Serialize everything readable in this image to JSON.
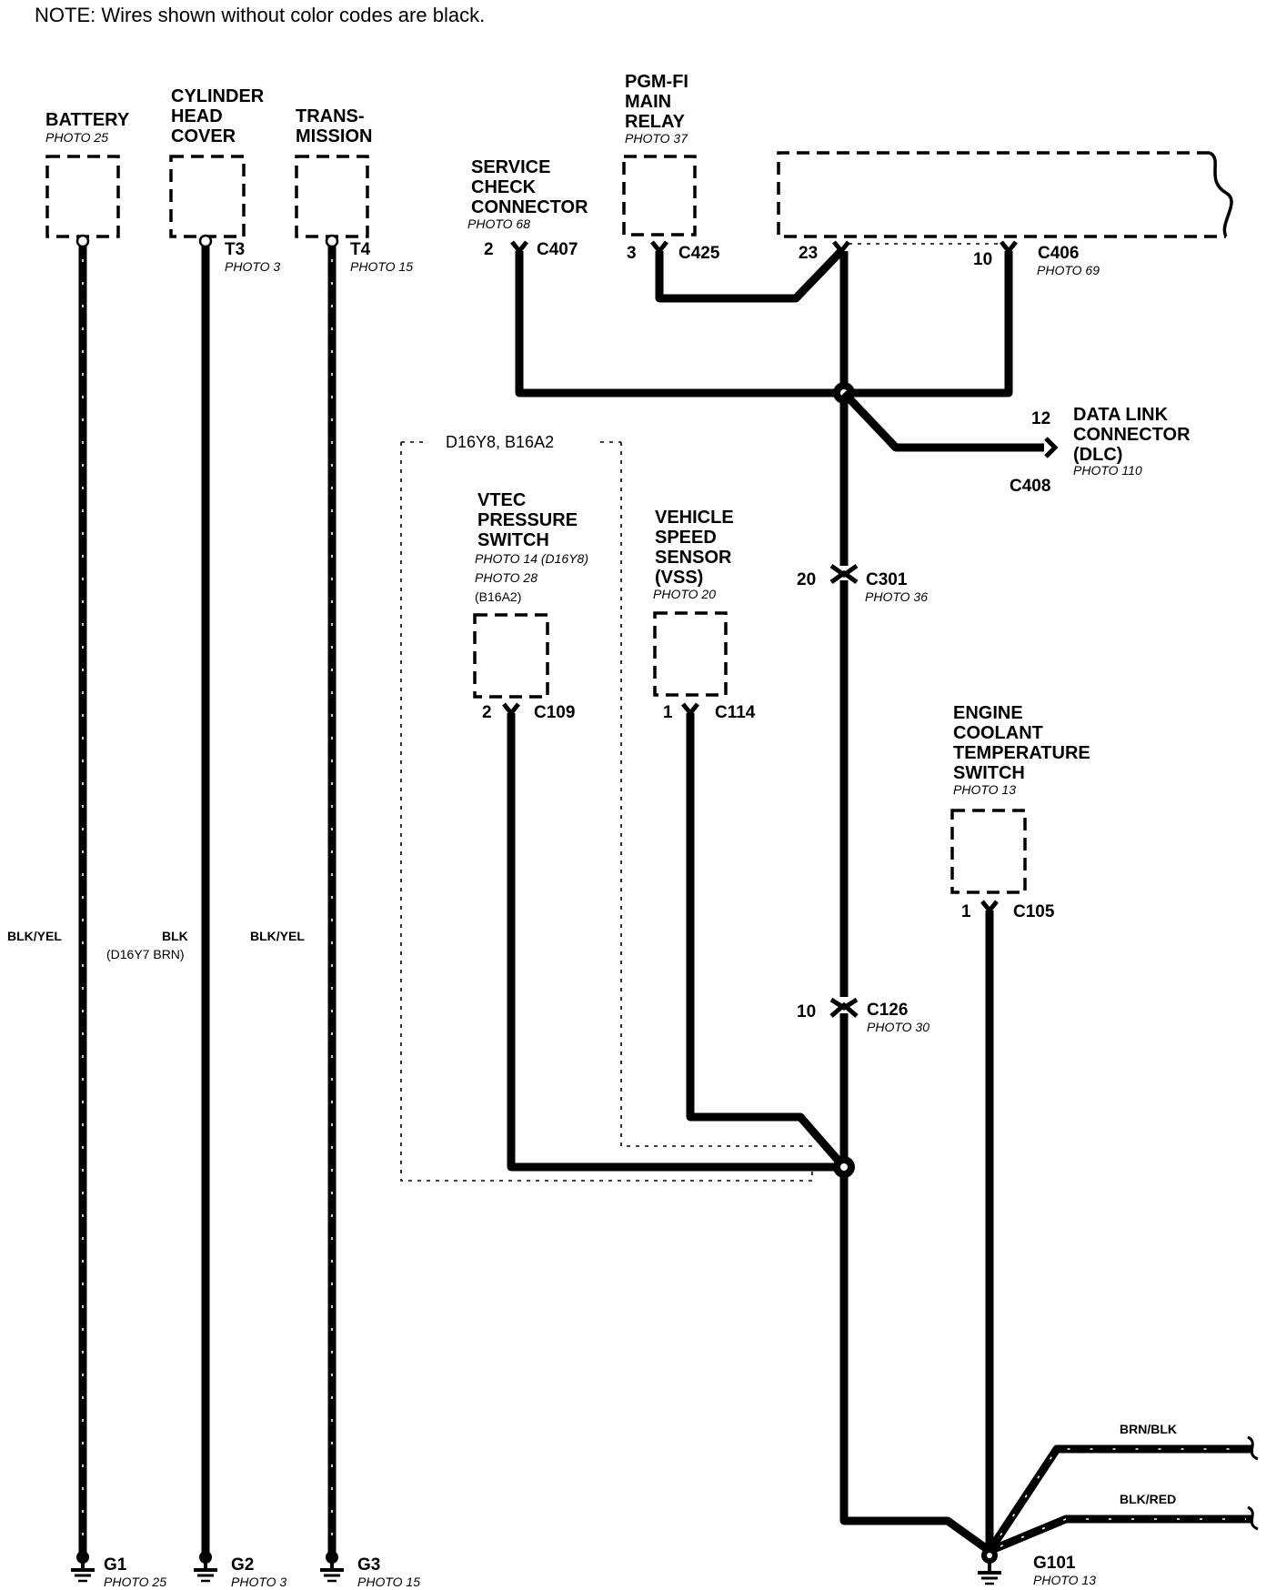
{
  "note": "NOTE: Wires shown without color codes are black.",
  "components": {
    "battery": {
      "name_lines": [
        "BATTERY"
      ],
      "photo": "PHOTO 25"
    },
    "cylinder_head_cover": {
      "name_lines": [
        "CYLINDER",
        "HEAD",
        "COVER"
      ],
      "terminal": "T3",
      "photo": "PHOTO 3"
    },
    "transmission": {
      "name_lines": [
        "TRANS-",
        "MISSION"
      ],
      "terminal": "T4",
      "photo": "PHOTO 15"
    },
    "service_check_connector": {
      "name_lines": [
        "SERVICE",
        "CHECK",
        "CONNECTOR"
      ],
      "photo": "PHOTO 68",
      "pin": "2",
      "connector": "C407"
    },
    "pgm_fi_main_relay": {
      "name_lines": [
        "PGM-FI",
        "MAIN",
        "RELAY"
      ],
      "photo": "PHOTO 37",
      "pin": "3",
      "connector": "C425"
    },
    "ecm_block": {
      "pin_a": "23",
      "pin_b": "10",
      "connector": "C406",
      "photo": "PHOTO 69"
    },
    "dlc": {
      "name_lines": [
        "DATA LINK",
        "CONNECTOR",
        "(DLC)"
      ],
      "photo": "PHOTO 110",
      "pin": "12",
      "connector": "C408"
    },
    "variant_box": {
      "label": "D16Y8, B16A2"
    },
    "vtec_pressure_switch": {
      "name_lines": [
        "VTEC",
        "PRESSURE",
        "SWITCH"
      ],
      "photo_lines": [
        "PHOTO 14 (D16Y8)",
        "PHOTO 28",
        "(B16A2)"
      ],
      "pin": "2",
      "connector": "C109"
    },
    "vss": {
      "name_lines": [
        "VEHICLE",
        "SPEED",
        "SENSOR",
        "(VSS)"
      ],
      "photo": "PHOTO 20",
      "pin": "1",
      "connector": "C114"
    },
    "c301": {
      "pin": "20",
      "connector": "C301",
      "photo": "PHOTO 36"
    },
    "c126": {
      "pin": "10",
      "connector": "C126",
      "photo": "PHOTO 30"
    },
    "ect_switch": {
      "name_lines": [
        "ENGINE",
        "COOLANT",
        "TEMPERATURE",
        "SWITCH"
      ],
      "photo": "PHOTO 13",
      "pin": "1",
      "connector": "C105"
    }
  },
  "wire_labels": {
    "battery_wire": "BLK/YEL",
    "head_wire": "BLK",
    "head_wire_alt": "(D16Y7 BRN)",
    "trans_wire": "BLK/YEL",
    "brn_blk": "BRN/BLK",
    "blk_red": "BLK/RED"
  },
  "grounds": [
    {
      "id": "G1",
      "photo": "PHOTO 25"
    },
    {
      "id": "G2",
      "photo": "PHOTO 3"
    },
    {
      "id": "G3",
      "photo": "PHOTO 15"
    },
    {
      "id": "G101",
      "photo": "PHOTO 13"
    }
  ]
}
